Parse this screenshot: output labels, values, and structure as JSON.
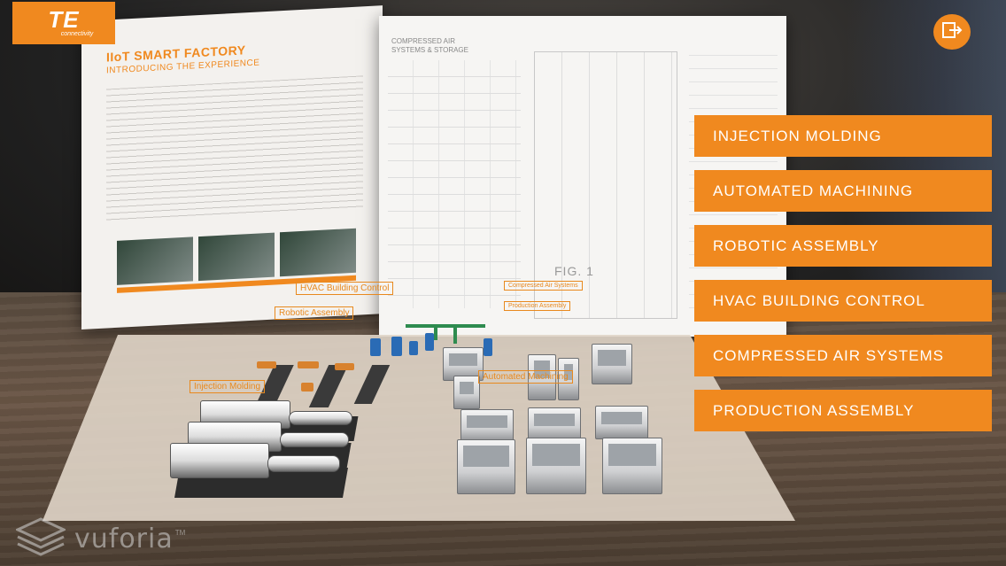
{
  "logo": {
    "mark": "TE",
    "tagline": "connectivity"
  },
  "brochure": {
    "title": "IIoT SMART FACTORY",
    "subtitle": "INTRODUCING THE EXPERIENCE",
    "right_heading": "COMPRESSED AIR SYSTEMS & STORAGE",
    "figure_label": "FIG. 1"
  },
  "exit_button": {
    "icon": "exit-icon"
  },
  "menu": {
    "items": [
      {
        "label": "INJECTION MOLDING"
      },
      {
        "label": "AUTOMATED MACHINING"
      },
      {
        "label": "ROBOTIC ASSEMBLY"
      },
      {
        "label": "HVAC BUILDING CONTROL"
      },
      {
        "label": "COMPRESSED AIR SYSTEMS"
      },
      {
        "label": "PRODUCTION ASSEMBLY"
      }
    ]
  },
  "ar_labels": {
    "hvac": "HVAC Building Control",
    "compressed_air": "Compressed Air Systems",
    "production": "Production Assembly",
    "robotic": "Robotic Assembly",
    "injection": "Injection Molding",
    "machining": "Automated Machining"
  },
  "watermark": {
    "text": "vuforia",
    "tm": "TM"
  },
  "colors": {
    "accent": "#f0891f",
    "text_on_accent": "#ffffff"
  }
}
